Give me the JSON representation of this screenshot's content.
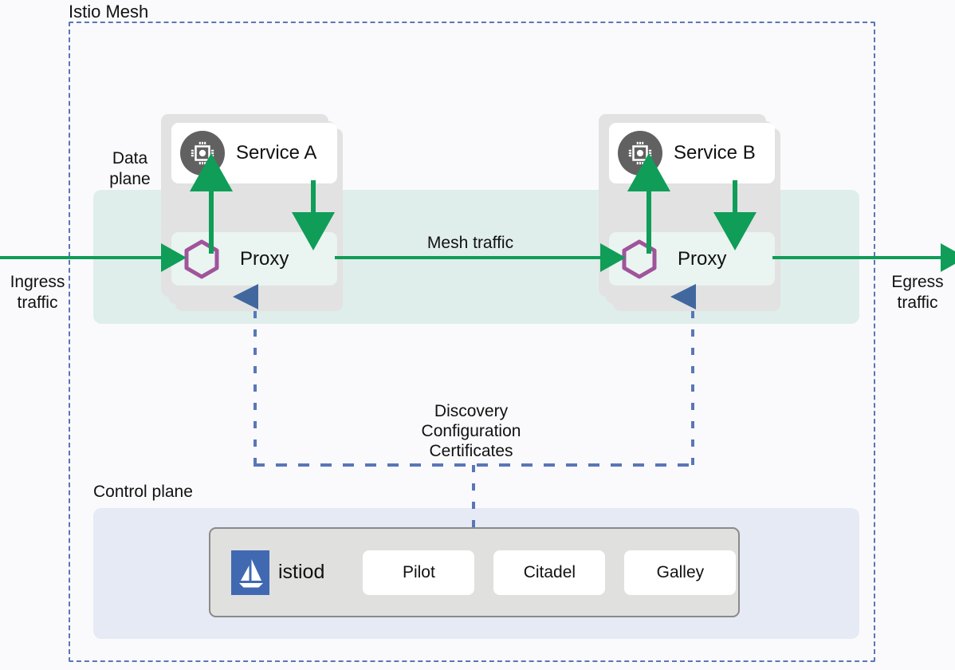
{
  "diagram": {
    "title": "Istio Mesh",
    "background_color": "#fafafc"
  },
  "planes": {
    "data_plane_label": "Data\nplane",
    "data_plane_color": "#dfeeeb",
    "control_plane_label": "Control plane",
    "control_plane_color": "#e6eaf5"
  },
  "traffic": {
    "ingress_label": "Ingress\ntraffic",
    "egress_label": "Egress\ntraffic",
    "mesh_label": "Mesh traffic",
    "arrow_color": "#0f9d58"
  },
  "workloads": [
    {
      "service_name": "Service A",
      "service_icon": "cpu-chip-icon",
      "proxy_name": "Proxy",
      "proxy_icon": "hexagon-icon"
    },
    {
      "service_name": "Service B",
      "service_icon": "cpu-chip-icon",
      "proxy_name": "Proxy",
      "proxy_icon": "hexagon-icon"
    }
  ],
  "control_connection": {
    "label": "Discovery\nConfiguration\nCertificates",
    "line_color": "#5b76b7"
  },
  "istiod": {
    "name": "istiod",
    "logo_icon": "istio-sail-logo",
    "logo_color": "#4169b2",
    "components": [
      {
        "label": "Pilot"
      },
      {
        "label": "Citadel"
      },
      {
        "label": "Galley"
      }
    ]
  },
  "colors": {
    "hexagon_stroke": "#a0549b",
    "service_icon_bg": "#616161",
    "pod_card": "#e2e2e2",
    "mesh_border": "#5b76b7"
  }
}
